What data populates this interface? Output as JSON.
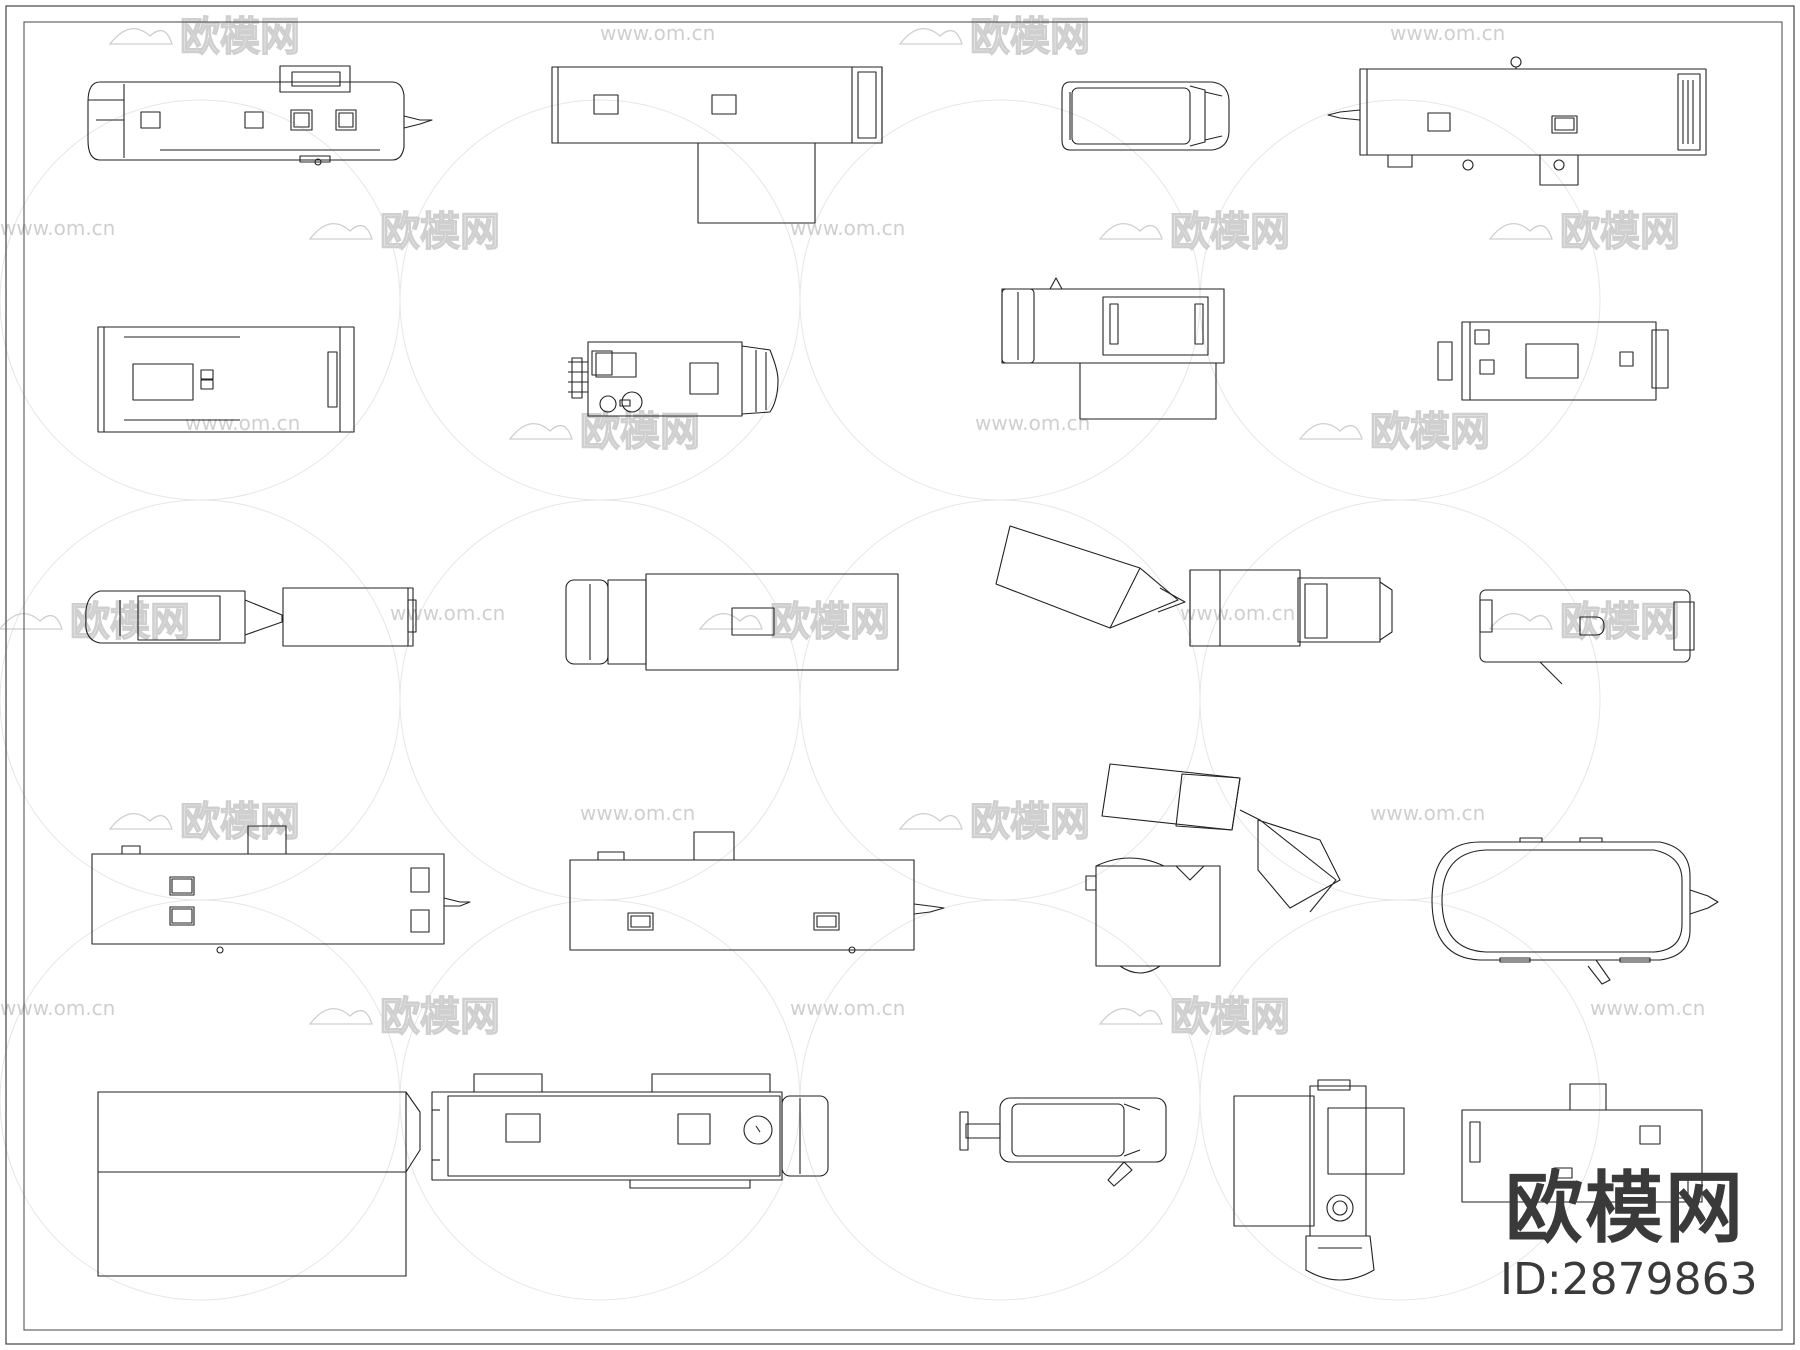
{
  "watermark": {
    "logo_text": "欧模网",
    "url_text": "www.om.cn",
    "color": "#cfcfcf"
  },
  "brand": {
    "name": "欧模网",
    "id": "ID:2879863",
    "color": "#3a3a3a"
  },
  "drawing": {
    "line_color": "#222222",
    "frame_color": "#444444",
    "vehicles": [
      {
        "kind": "airstream-trailer"
      },
      {
        "kind": "box-trailer-with-awning"
      },
      {
        "kind": "van"
      },
      {
        "kind": "travel-trailer"
      },
      {
        "kind": "bus"
      },
      {
        "kind": "tow-truck"
      },
      {
        "kind": "pickup-with-camper"
      },
      {
        "kind": "small-trailer"
      },
      {
        "kind": "car-with-trailer"
      },
      {
        "kind": "box-truck"
      },
      {
        "kind": "truck-with-angled-trailer"
      },
      {
        "kind": "rounded-trailer"
      },
      {
        "kind": "long-trailer"
      },
      {
        "kind": "fifth-wheel-trailer"
      },
      {
        "kind": "truck-with-trailers"
      },
      {
        "kind": "airstream-oval"
      },
      {
        "kind": "large-box-trailer"
      },
      {
        "kind": "motorhome"
      },
      {
        "kind": "suv"
      },
      {
        "kind": "truck-with-pop-out"
      },
      {
        "kind": "compact-trailer"
      }
    ]
  }
}
